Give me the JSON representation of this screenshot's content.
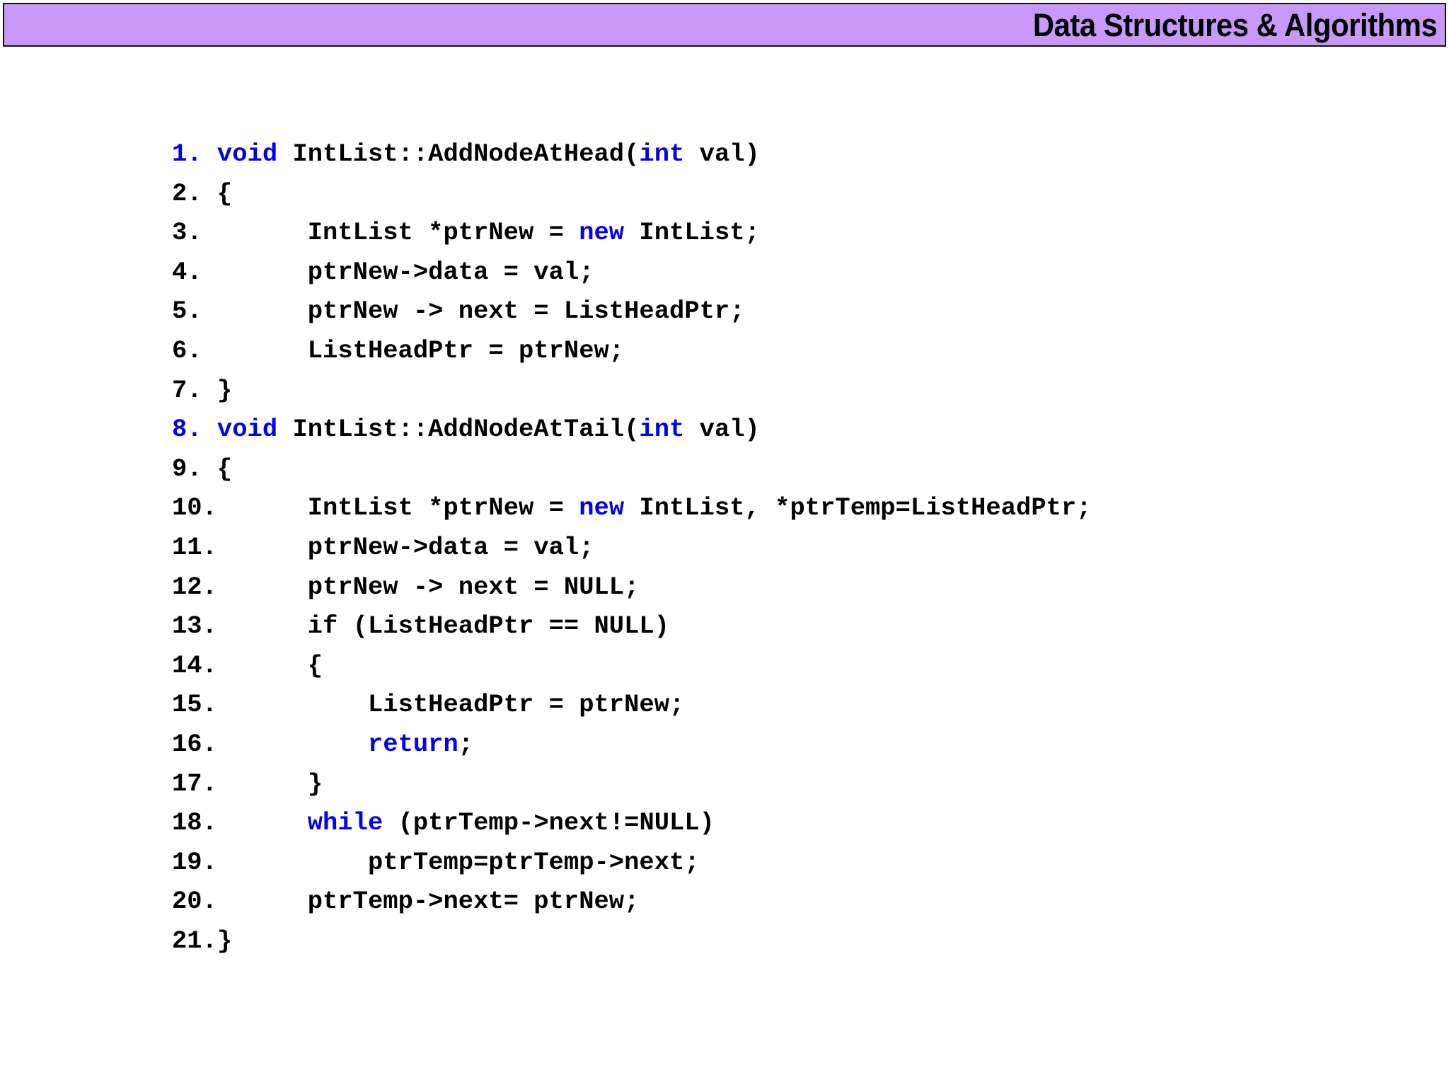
{
  "header": {
    "title": "Data Structures & Algorithms",
    "background_color": "#c999fa",
    "border_color": "#111111",
    "text_color": "#000000"
  },
  "colors": {
    "keyword_blue": "#0000ee",
    "code_black": "#000000",
    "page_background": "#ffffff"
  },
  "code": {
    "language": "cpp",
    "lines": [
      {
        "n": "1.",
        "num_color": "blue",
        "indent": "",
        "tokens": [
          {
            "t": " void ",
            "c": "blue"
          },
          {
            "t": "IntList::AddNodeAtHead(",
            "c": "black"
          },
          {
            "t": "int",
            "c": "blue"
          },
          {
            "t": " val)",
            "c": "black"
          }
        ]
      },
      {
        "n": "2.",
        "num_color": "black",
        "indent": "",
        "tokens": [
          {
            "t": " {",
            "c": "black"
          }
        ]
      },
      {
        "n": "3.",
        "num_color": "black",
        "indent": "",
        "tokens": [
          {
            "t": "       IntList *ptrNew = ",
            "c": "black"
          },
          {
            "t": "new",
            "c": "blue"
          },
          {
            "t": " IntList;",
            "c": "black"
          }
        ]
      },
      {
        "n": "4.",
        "num_color": "black",
        "indent": "",
        "tokens": [
          {
            "t": "       ptrNew->data = val;",
            "c": "black"
          }
        ]
      },
      {
        "n": "5.",
        "num_color": "black",
        "indent": "",
        "tokens": [
          {
            "t": "       ptrNew -> next = ListHeadPtr;",
            "c": "black"
          }
        ]
      },
      {
        "n": "6.",
        "num_color": "black",
        "indent": "",
        "tokens": [
          {
            "t": "       ListHeadPtr = ptrNew;",
            "c": "black"
          }
        ]
      },
      {
        "n": "7.",
        "num_color": "black",
        "indent": "",
        "tokens": [
          {
            "t": " }",
            "c": "black"
          }
        ]
      },
      {
        "n": "8.",
        "num_color": "blue",
        "indent": "",
        "tokens": [
          {
            "t": " void ",
            "c": "blue"
          },
          {
            "t": "IntList::AddNodeAtTail(",
            "c": "black"
          },
          {
            "t": "int",
            "c": "blue"
          },
          {
            "t": " val)",
            "c": "black"
          }
        ]
      },
      {
        "n": "9.",
        "num_color": "black",
        "indent": "",
        "tokens": [
          {
            "t": " {",
            "c": "black"
          }
        ]
      },
      {
        "n": "10.",
        "num_color": "black",
        "indent": "",
        "tokens": [
          {
            "t": "      IntList *ptrNew = ",
            "c": "black"
          },
          {
            "t": "new",
            "c": "blue"
          },
          {
            "t": " IntList, *ptrTemp=ListHeadPtr;",
            "c": "black"
          }
        ]
      },
      {
        "n": "11.",
        "num_color": "black",
        "indent": "",
        "tokens": [
          {
            "t": "      ptrNew->data = val;",
            "c": "black"
          }
        ]
      },
      {
        "n": "12.",
        "num_color": "black",
        "indent": "",
        "tokens": [
          {
            "t": "      ptrNew -> next = NULL;",
            "c": "black"
          }
        ]
      },
      {
        "n": "13.",
        "num_color": "black",
        "indent": "",
        "tokens": [
          {
            "t": "      if (ListHeadPtr == NULL)",
            "c": "black"
          }
        ]
      },
      {
        "n": "14.",
        "num_color": "black",
        "indent": "",
        "tokens": [
          {
            "t": "      {",
            "c": "black"
          }
        ]
      },
      {
        "n": "15.",
        "num_color": "black",
        "indent": "",
        "tokens": [
          {
            "t": "          ListHeadPtr = ptrNew;",
            "c": "black"
          }
        ]
      },
      {
        "n": "16.",
        "num_color": "black",
        "indent": "",
        "tokens": [
          {
            "t": "          ",
            "c": "black"
          },
          {
            "t": "return",
            "c": "blue"
          },
          {
            "t": ";",
            "c": "black"
          }
        ]
      },
      {
        "n": "17.",
        "num_color": "black",
        "indent": "",
        "tokens": [
          {
            "t": "      }",
            "c": "black"
          }
        ]
      },
      {
        "n": "18.",
        "num_color": "black",
        "indent": "",
        "tokens": [
          {
            "t": "      ",
            "c": "black"
          },
          {
            "t": "while",
            "c": "blue"
          },
          {
            "t": " (ptrTemp->next!=NULL)",
            "c": "black"
          }
        ]
      },
      {
        "n": "19.",
        "num_color": "black",
        "indent": "",
        "tokens": [
          {
            "t": "          ptrTemp=ptrTemp->next;",
            "c": "black"
          }
        ]
      },
      {
        "n": "20.",
        "num_color": "black",
        "indent": "",
        "tokens": [
          {
            "t": "      ptrTemp->next= ptrNew;",
            "c": "black"
          }
        ]
      },
      {
        "n": "21.",
        "num_color": "black",
        "indent": "",
        "tokens": [
          {
            "t": "}",
            "c": "black"
          }
        ]
      }
    ]
  }
}
